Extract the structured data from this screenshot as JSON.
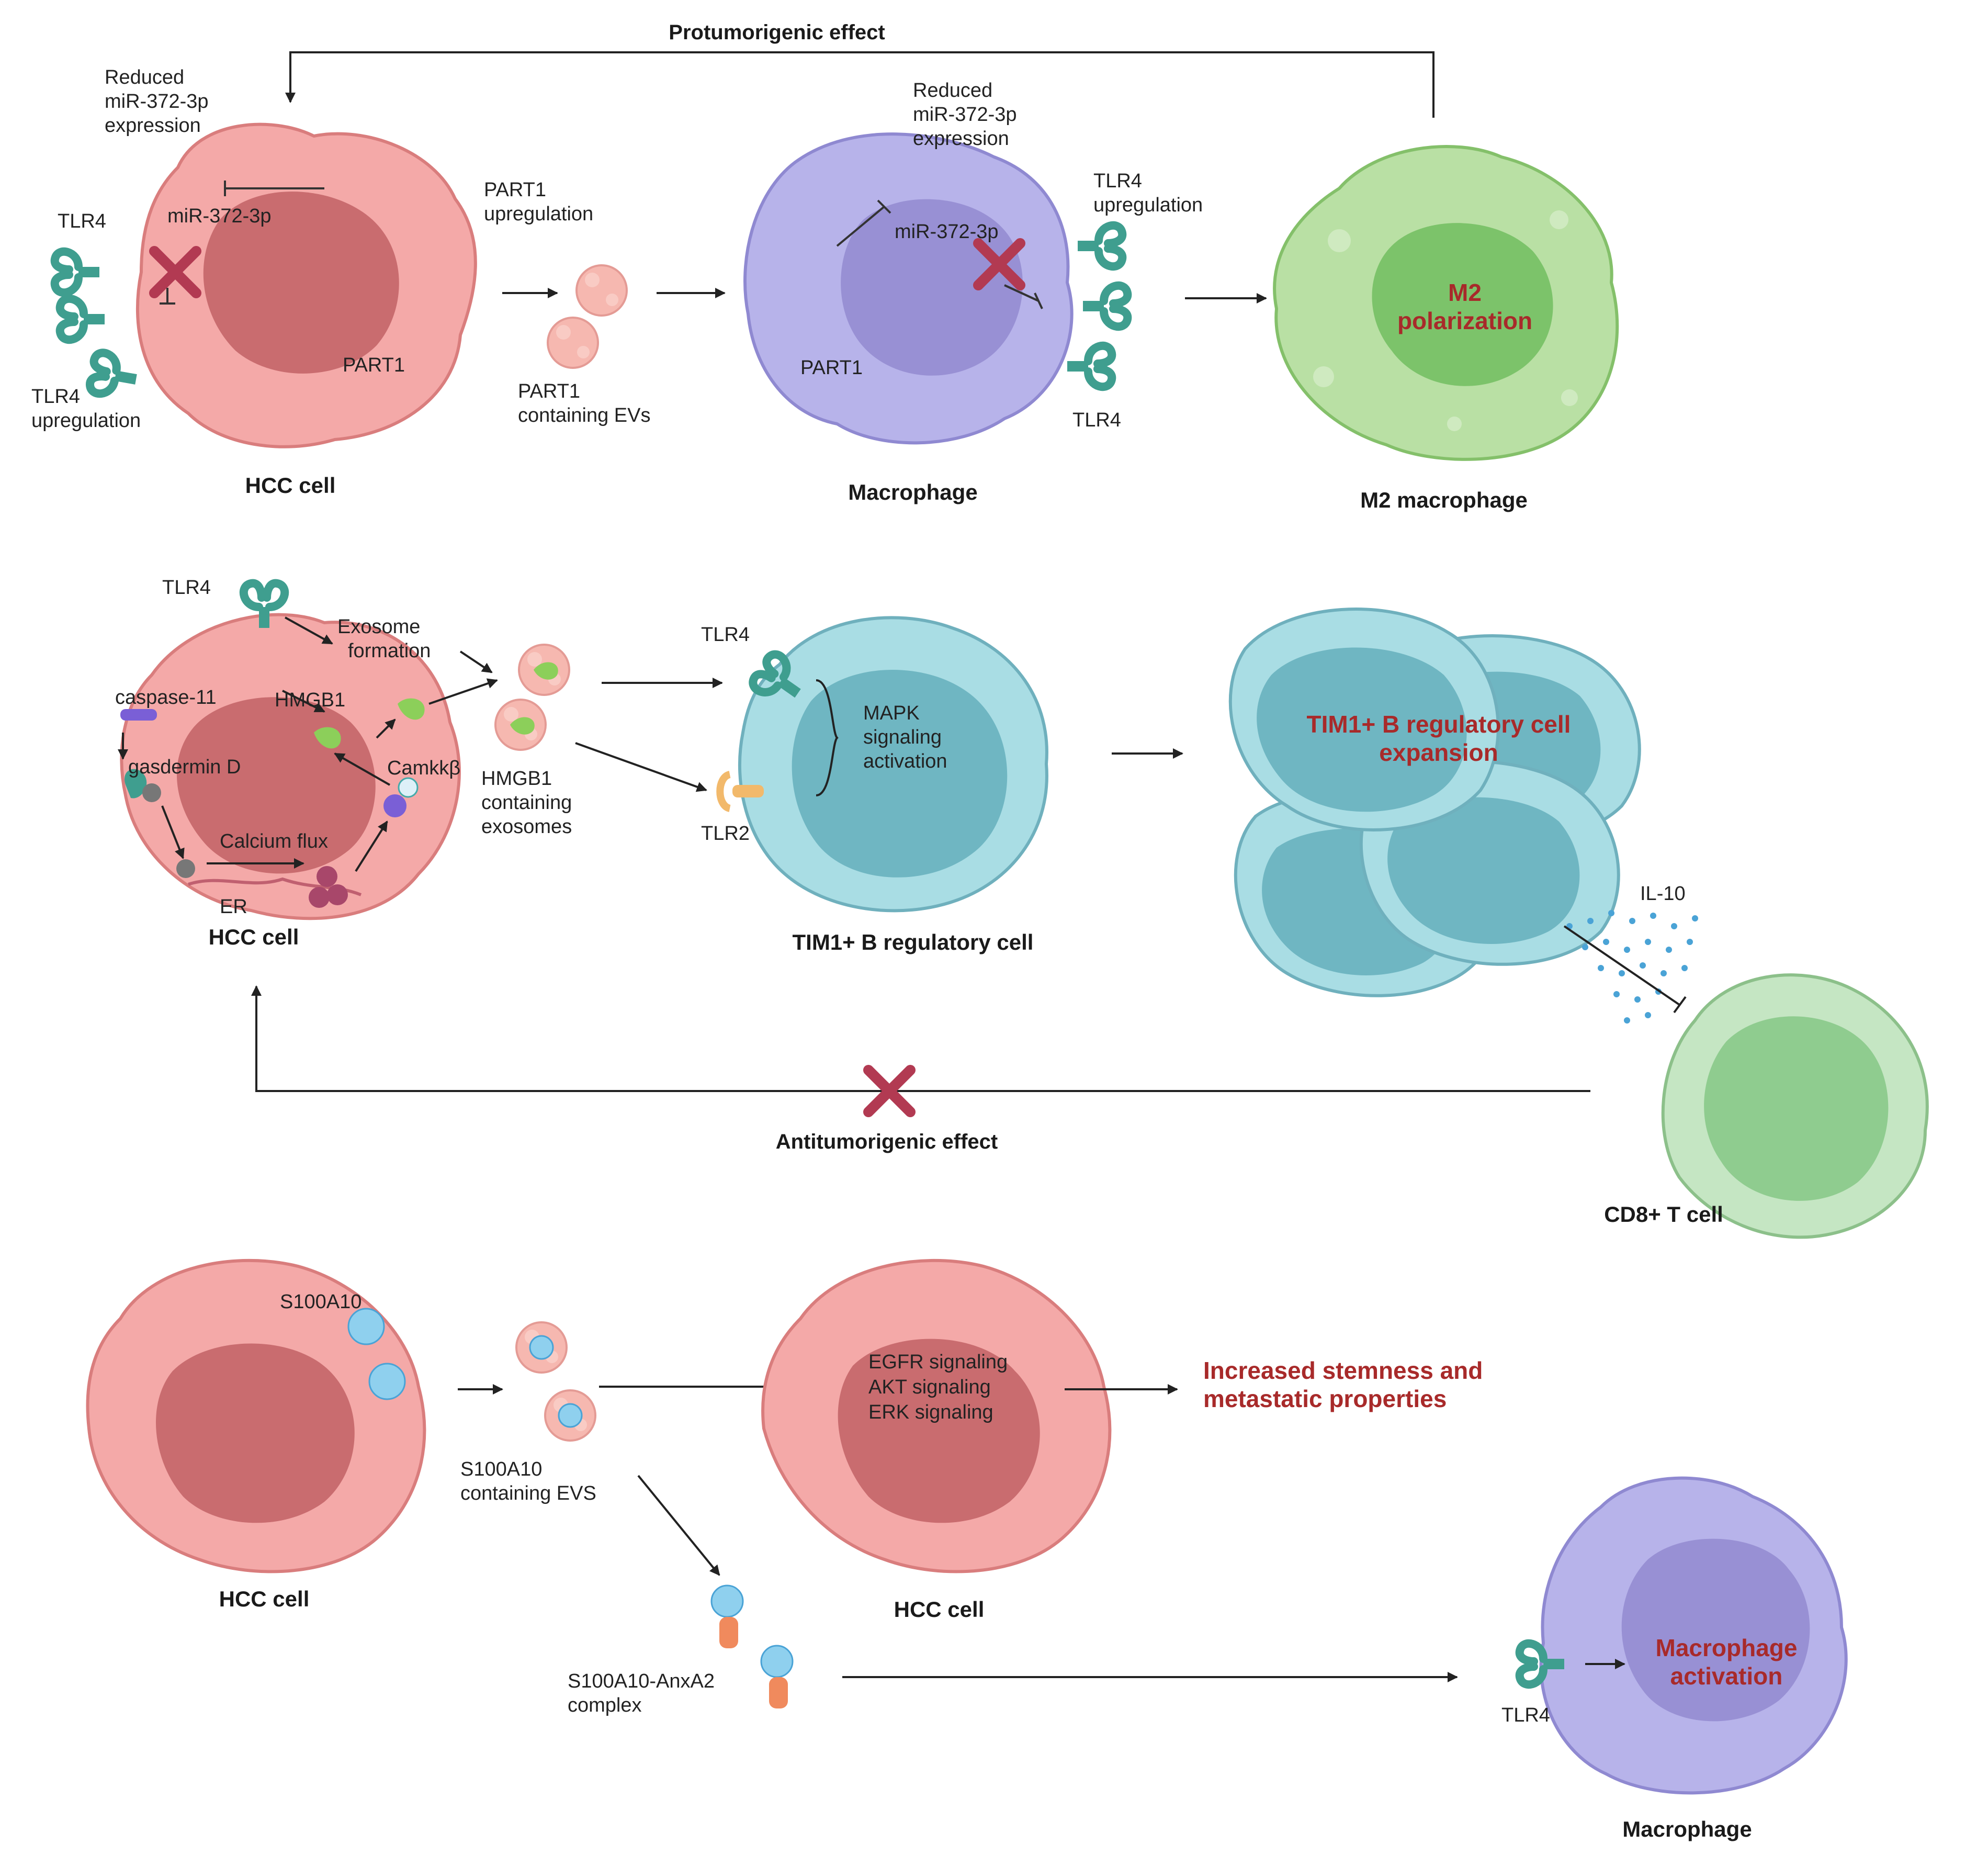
{
  "colors": {
    "hcc_fill": "#f4a9a8",
    "hcc_nucleus": "#c96c6f",
    "macrophage_fill": "#b7b3ea",
    "macrophage_nucleus": "#9890d4",
    "m2_fill": "#b9e0a4",
    "m2_nucleus": "#7cc36a",
    "breg_fill": "#a9dde4",
    "breg_nucleus": "#6fb6c2",
    "tcell_fill": "#c5e6c3",
    "tcell_nucleus": "#8fcc8f",
    "receptor_teal": "#3f9e8f",
    "tlr2_orange": "#f2b96b",
    "inhibit_x": "#b23a52",
    "highlight_text": "#a82a2a",
    "arrow": "#222222"
  },
  "panel1": {
    "title_arrow_label": "Protumorigenic effect",
    "hcc": {
      "name": "HCC cell",
      "reduced_mirna": [
        "Reduced",
        "miR-372-3p",
        "expression"
      ],
      "mirna": "miR-372-3p",
      "tlr4_top": "TLR4",
      "tlr4_upreg": [
        "TLR4",
        "upregulation"
      ],
      "part1": "PART1",
      "part1_upreg": [
        "PART1",
        "upregulation"
      ]
    },
    "evs": [
      "PART1",
      "containing EVs"
    ],
    "macrophage": {
      "name": "Macrophage",
      "reduced_mirna": [
        "Reduced",
        "miR-372-3p",
        "expression"
      ],
      "mirna": "miR-372-3p",
      "part1": "PART1",
      "tlr4_upreg": [
        "TLR4",
        "upregulation"
      ],
      "tlr4": "TLR4"
    },
    "m2": {
      "name": "M2 macrophage",
      "center": [
        "M2",
        "polarization"
      ]
    }
  },
  "panel2": {
    "hcc": {
      "name": "HCC cell",
      "tlr4": "TLR4",
      "exosome_formation": [
        "Exosome",
        "formation"
      ],
      "caspase": "caspase-11",
      "gasdermin": "gasdermin D",
      "hmgb1": "HMGB1",
      "camkk": "Camkkβ",
      "calcium": "Calcium flux",
      "er": "ER"
    },
    "exosomes": [
      "HMGB1",
      "containing",
      "exosomes"
    ],
    "breg": {
      "name": "TIM1+ B regulatory cell",
      "tlr4": "TLR4",
      "tlr2": "TLR2",
      "mapk": [
        "MAPK",
        "signaling",
        "activation"
      ]
    },
    "expansion": [
      "TIM1+ B regulatory cell",
      "expansion"
    ],
    "il10": "IL-10",
    "tcell": {
      "name": "CD8+ T cell"
    },
    "anti_label": "Antitumorigenic effect"
  },
  "panel3": {
    "hcc1": {
      "name": "HCC cell",
      "s100": "S100A10"
    },
    "evs": [
      "S100A10",
      "containing EVS"
    ],
    "hcc2": {
      "name": "HCC cell",
      "signals": [
        "EGFR signaling",
        "AKT signaling",
        "ERK signaling"
      ]
    },
    "outcome": [
      "Increased stemness and",
      "metastatic properties"
    ],
    "complex": [
      "S100A10-AnxA2",
      "complex"
    ],
    "macrophage": {
      "name": "Macrophage",
      "tlr4": "TLR4",
      "center": [
        "Macrophage",
        "activation"
      ]
    }
  }
}
